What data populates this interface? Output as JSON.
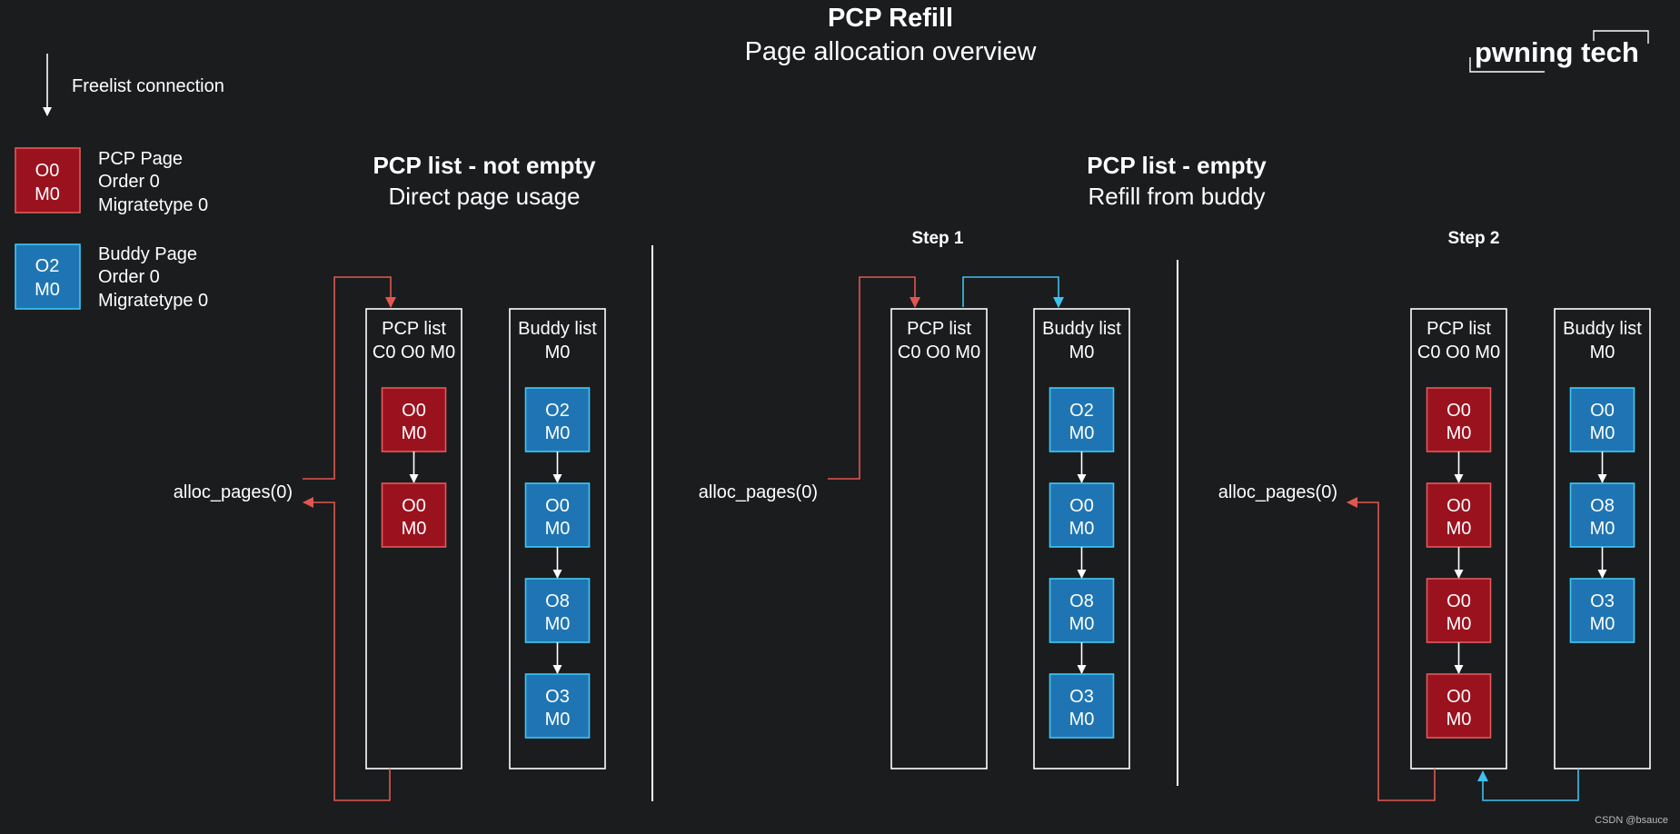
{
  "header": {
    "title": "PCP Refill",
    "subtitle": "Page allocation overview",
    "brand": "pwning tech"
  },
  "legend": {
    "freelist_label": "Freelist connection",
    "pcp_box": [
      "O0",
      "M0"
    ],
    "pcp_desc": [
      "PCP Page",
      "Order 0",
      "Migratetype 0"
    ],
    "buddy_box": [
      "O2",
      "M0"
    ],
    "buddy_desc": [
      "Buddy Page",
      "Order 0",
      "Migratetype 0"
    ]
  },
  "sections": {
    "not_empty": {
      "heading": "PCP list - not empty",
      "subheading": "Direct page usage"
    },
    "empty": {
      "heading": "PCP list - empty",
      "subheading": "Refill from buddy"
    }
  },
  "steps": {
    "step1": "Step 1",
    "step2": "Step 2"
  },
  "list_headers": {
    "pcp": [
      "PCP list",
      "C0 O0 M0"
    ],
    "buddy": [
      "Buddy list",
      "M0"
    ]
  },
  "call_label": "alloc_pages(0)",
  "panels": {
    "direct": {
      "pcp_pages": [
        [
          "O0",
          "M0"
        ],
        [
          "O0",
          "M0"
        ]
      ],
      "buddy_pages": [
        [
          "O2",
          "M0"
        ],
        [
          "O0",
          "M0"
        ],
        [
          "O8",
          "M0"
        ],
        [
          "O3",
          "M0"
        ]
      ]
    },
    "step1": {
      "pcp_pages": [],
      "buddy_pages": [
        [
          "O2",
          "M0"
        ],
        [
          "O0",
          "M0"
        ],
        [
          "O8",
          "M0"
        ],
        [
          "O3",
          "M0"
        ]
      ]
    },
    "step2": {
      "pcp_pages": [
        [
          "O0",
          "M0"
        ],
        [
          "O0",
          "M0"
        ],
        [
          "O0",
          "M0"
        ],
        [
          "O0",
          "M0"
        ]
      ],
      "buddy_pages": [
        [
          "O0",
          "M0"
        ],
        [
          "O8",
          "M0"
        ],
        [
          "O3",
          "M0"
        ]
      ]
    }
  },
  "footer": {
    "credit": "CSDN @bsauce"
  },
  "colors": {
    "background": "#1b1c1e",
    "pcp_fill": "#9b121f",
    "pcp_stroke": "#e05a5a",
    "buddy_fill": "#1f75b3",
    "buddy_stroke": "#3fc8f3",
    "red_arrow": "#e0574f",
    "blue_arrow": "#3fc0ef"
  }
}
